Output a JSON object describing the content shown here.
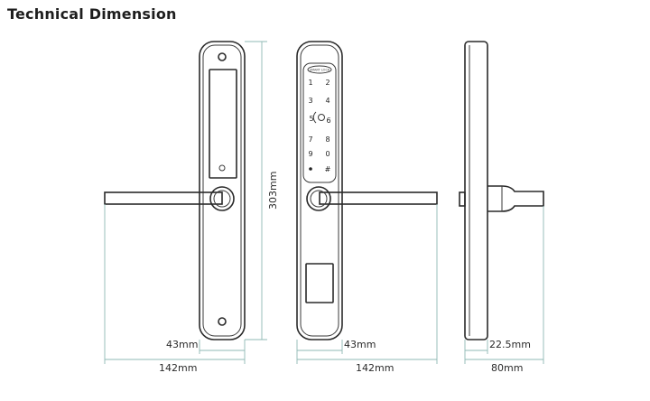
{
  "title": "Technical Dimension",
  "front_view": {
    "height_label": "303mm",
    "plate_width_label": "43mm",
    "handle_length_label": "142mm"
  },
  "keypad_view": {
    "brand_text": "SMART LOCK",
    "keys": [
      "1",
      "2",
      "3",
      "4",
      "5",
      "6",
      "7",
      "8",
      "9",
      "0",
      "#"
    ],
    "plate_width_label": "43mm",
    "handle_length_label": "142mm"
  },
  "side_view": {
    "plate_depth_label": "22.5mm",
    "overall_depth_label": "80mm"
  }
}
